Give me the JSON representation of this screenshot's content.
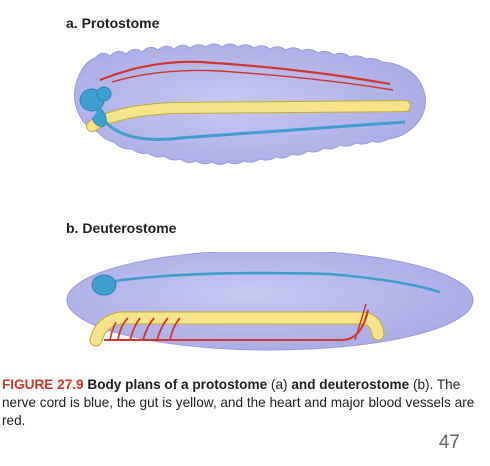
{
  "panels": {
    "a": {
      "label": "a. Protostome"
    },
    "b": {
      "label": "b. Deuterostome"
    }
  },
  "caption": {
    "figure_number": "FIGURE 27.9",
    "title_part1": "Body plans of a protostome",
    "title_ref_a": "(a)",
    "title_and": "and deuterostome",
    "title_ref_b": "(b).",
    "body": "The nerve cord is blue, the gut is yellow, and the heart and major blood vessels are red."
  },
  "page_number": "47",
  "colors": {
    "body_fill": "#b3b5ec",
    "body_stroke": "#9a9cdb",
    "nerve_cord": "#3f9fcf",
    "gut": "#f6e38a",
    "blood_vessel": "#d1352b",
    "figure_label": "#d1352b"
  }
}
